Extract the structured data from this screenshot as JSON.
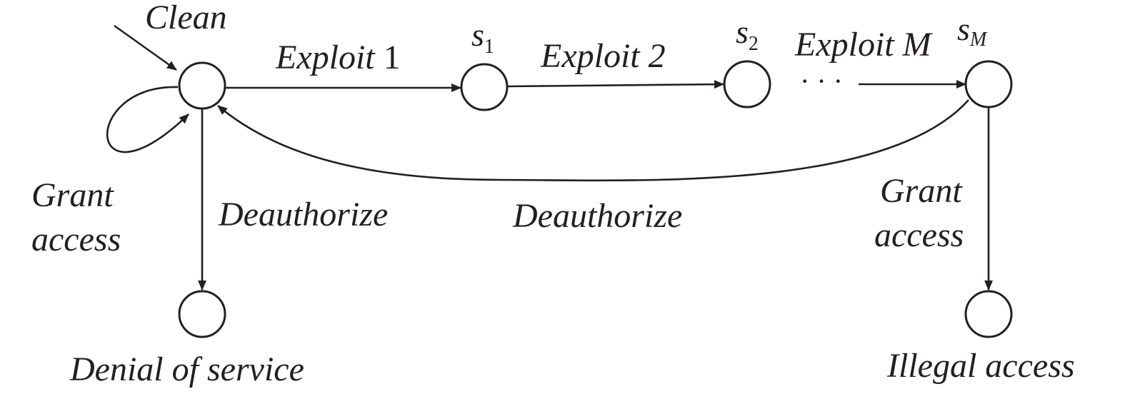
{
  "labels": {
    "clean": "Clean",
    "exploit_1_word": "Exploit",
    "exploit_1_num": "1",
    "exploit_2": "Exploit 2",
    "exploit_m": "Exploit M",
    "ellipsis": "· · ·",
    "s1_base": "s",
    "s1_sub": "1",
    "s2_base": "s",
    "s2_sub": "2",
    "sm_base": "s",
    "sm_sub": "M",
    "grant_left_1": "Grant",
    "grant_left_2": "access",
    "deauth_down": "Deauthorize",
    "deauth_back": "Deauthorize",
    "grant_right_1": "Grant",
    "grant_right_2": "access",
    "denial": "Denial of service",
    "illegal": "Illegal access"
  }
}
